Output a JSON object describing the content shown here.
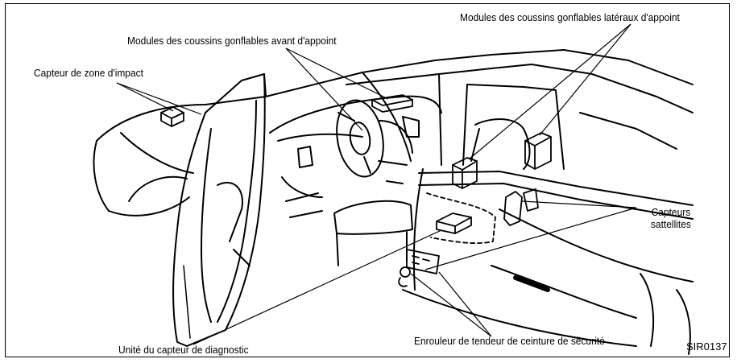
{
  "diagram": {
    "figure_code": "SIR0137",
    "labels": {
      "impact_sensor": "Capteur de zone d'impact",
      "front_airbags": "Modules des coussins gonflables avant d'appoint",
      "side_airbags": "Modules des coussins gonflables latéraux d'appoint",
      "satellite_line1": "Capteurs",
      "satellite_line2": "sattellites",
      "diagnosis_unit": "Unité du capteur de diagnostic",
      "pretensioner": "Enrouleur de tendeur de ceinture de sécurité"
    }
  }
}
